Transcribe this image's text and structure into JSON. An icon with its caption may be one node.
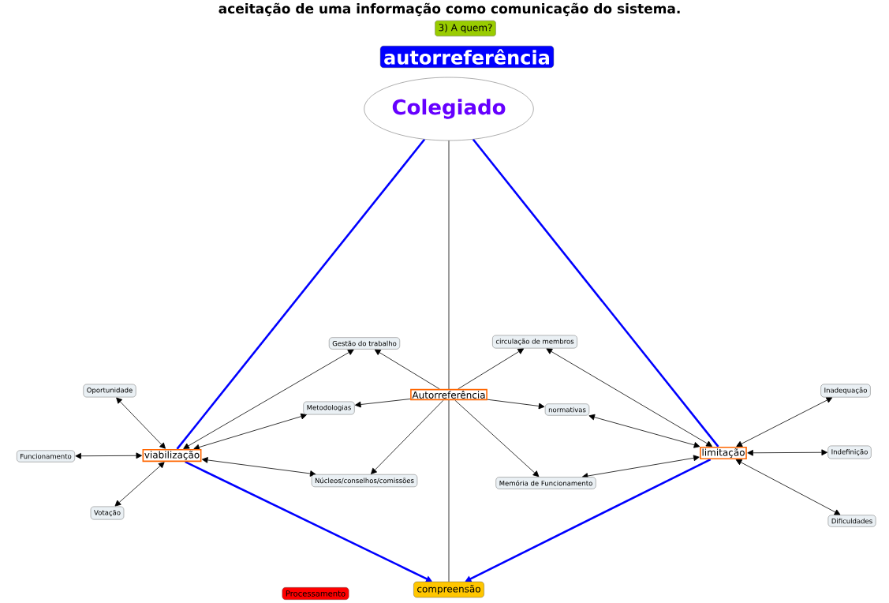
{
  "diagram": {
    "title": "aceitação de uma informação como comunicação do sistema.",
    "nodes": [
      {
        "text": [
          "3) A quem?"
        ]
      },
      {
        "text": [
          "autorreferência"
        ]
      },
      {
        "text": [
          "Colegiado"
        ]
      },
      {
        "text": [
          "Gestão do trabalho"
        ]
      },
      {
        "text": [
          "circulação de membros"
        ]
      },
      {
        "text": [
          "Oportunidade"
        ]
      },
      {
        "text": [
          "Autorreferência"
        ]
      },
      {
        "text": [
          "Inadequação"
        ]
      },
      {
        "text": [
          "Metodologias"
        ]
      },
      {
        "text": [
          "normativas"
        ]
      },
      {
        "text": [
          "Funcionamento"
        ]
      },
      {
        "text": [
          "viabilização"
        ]
      },
      {
        "text": [
          "limitação"
        ]
      },
      {
        "text": [
          "Indefinição"
        ]
      },
      {
        "text": [
          "Núcleos/conselhos/comissões"
        ]
      },
      {
        "text": [
          "Memória de Funcionamento"
        ]
      },
      {
        "text": [
          "Votação"
        ]
      },
      {
        "text": [
          "Dificuldades"
        ]
      },
      {
        "text": [
          "Processamento"
        ]
      },
      {
        "text": [
          "compreensão"
        ]
      }
    ],
    "edges": [
      {
        "from": 2,
        "to": 11,
        "arrow": "none",
        "style": "thick",
        "color": "#0000ff"
      },
      {
        "from": 2,
        "to": 12,
        "arrow": "none",
        "style": "thick",
        "color": "#0000ff"
      },
      {
        "from": 2,
        "to": 19,
        "arrow": "none"
      },
      {
        "from": 11,
        "to": 19,
        "arrow": "to",
        "style": "thick",
        "color": "#0000ff"
      },
      {
        "from": 12,
        "to": 19,
        "arrow": "to",
        "style": "thick",
        "color": "#0000ff"
      },
      {
        "from": 6,
        "to": 3,
        "arrow": "to"
      },
      {
        "from": 6,
        "to": 4,
        "arrow": "to"
      },
      {
        "from": 6,
        "to": 8,
        "arrow": "to"
      },
      {
        "from": 6,
        "to": 9,
        "arrow": "to"
      },
      {
        "from": 6,
        "to": 14,
        "arrow": "to"
      },
      {
        "from": 6,
        "to": 15,
        "arrow": "to"
      },
      {
        "from": 11,
        "to": 5,
        "arrow": "both"
      },
      {
        "from": 11,
        "to": 10,
        "arrow": "both"
      },
      {
        "from": 11,
        "to": 16,
        "arrow": "both"
      },
      {
        "from": 11,
        "to": 3,
        "arrow": "both"
      },
      {
        "from": 11,
        "to": 8,
        "arrow": "both"
      },
      {
        "from": 11,
        "to": 14,
        "arrow": "both"
      },
      {
        "from": 12,
        "to": 4,
        "arrow": "both"
      },
      {
        "from": 12,
        "to": 9,
        "arrow": "both"
      },
      {
        "from": 12,
        "to": 15,
        "arrow": "both"
      },
      {
        "from": 12,
        "to": 7,
        "arrow": "both"
      },
      {
        "from": 12,
        "to": 13,
        "arrow": "both"
      },
      {
        "from": 12,
        "to": 17,
        "arrow": "both"
      }
    ]
  }
}
